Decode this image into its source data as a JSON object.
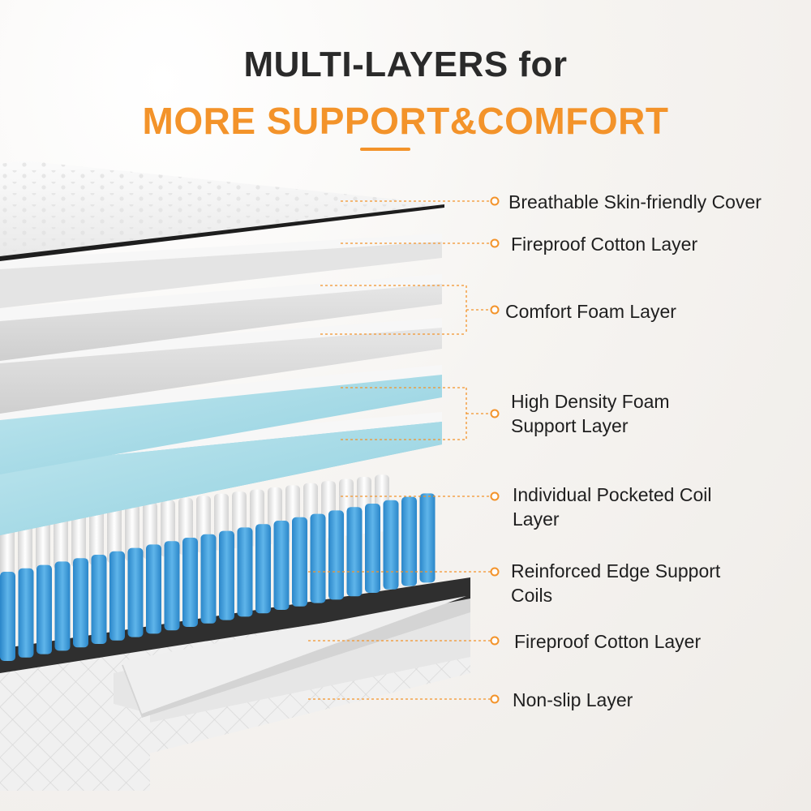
{
  "header": {
    "line1": "MULTI-LAYERS for",
    "line2": "MORE SUPPORT&COMFORT"
  },
  "colors": {
    "accent": "#f3932a",
    "title_dark": "#2a2a2a",
    "cover": "#f5f5f5",
    "foam_gray": "#d9d9d9",
    "foam_blue": "#a9dbe6",
    "coil_blue": "#3b98d6",
    "coil_white": "#ececec",
    "edge_dark": "#2c2c2c"
  },
  "layers": [
    {
      "label": "Breathable Skin-friendly Cover"
    },
    {
      "label": "Fireproof Cotton Layer"
    },
    {
      "label": "Comfort Foam Layer"
    },
    {
      "label_line1": "High Density Foam",
      "label_line2": "Support Layer"
    },
    {
      "label_line1": "Individual Pocketed Coil",
      "label_line2": "Layer"
    },
    {
      "label_line1": "Reinforced Edge Support",
      "label_line2": "Coils"
    },
    {
      "label": "Fireproof Cotton Layer"
    },
    {
      "label": "Non-slip Layer"
    }
  ]
}
